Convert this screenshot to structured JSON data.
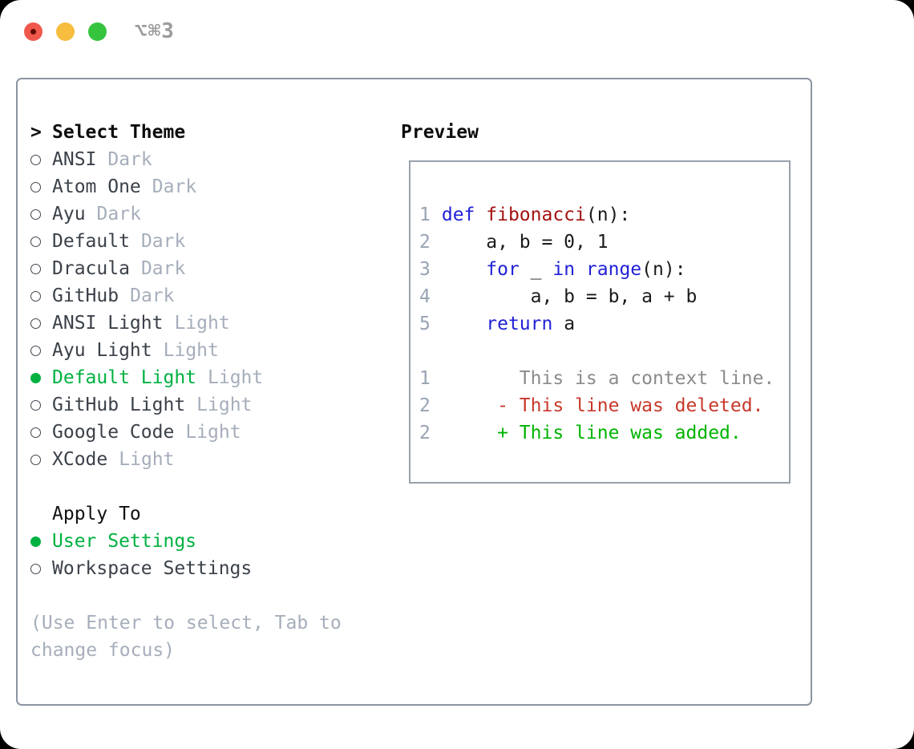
{
  "titlebar": {
    "shortcut": "⌥⌘3",
    "traffic_lights": [
      "close",
      "minimize",
      "zoom"
    ]
  },
  "colors": {
    "accent_green": "#00b141",
    "keyword_blue": "#2121d7",
    "function_red": "#a31212",
    "deleted_red": "#c8382b",
    "added_green": "#00b400",
    "muted_gray": "#a6aebb",
    "panel_border": "#8b95a2"
  },
  "theme_picker": {
    "header": {
      "marker": ">",
      "label": "Select Theme"
    },
    "items": [
      {
        "name": "ANSI",
        "variant": "Dark",
        "selected": false
      },
      {
        "name": "Atom One",
        "variant": "Dark",
        "selected": false
      },
      {
        "name": "Ayu",
        "variant": "Dark",
        "selected": false
      },
      {
        "name": "Default",
        "variant": "Dark",
        "selected": false
      },
      {
        "name": "Dracula",
        "variant": "Dark",
        "selected": false
      },
      {
        "name": "GitHub",
        "variant": "Dark",
        "selected": false
      },
      {
        "name": "ANSI Light",
        "variant": "Light",
        "selected": false
      },
      {
        "name": "Ayu Light",
        "variant": "Light",
        "selected": false
      },
      {
        "name": "Default Light",
        "variant": "Light",
        "selected": true
      },
      {
        "name": "GitHub Light",
        "variant": "Light",
        "selected": false
      },
      {
        "name": "Google Code",
        "variant": "Light",
        "selected": false
      },
      {
        "name": "XCode",
        "variant": "Light",
        "selected": false
      }
    ],
    "apply_to": {
      "label": "Apply To",
      "options": [
        {
          "name": "User Settings",
          "selected": true
        },
        {
          "name": "Workspace Settings",
          "selected": false
        }
      ]
    },
    "help": "(Use Enter to select, Tab to change focus)"
  },
  "preview": {
    "title": "Preview",
    "code_lines": [
      {
        "num": "1",
        "segments": [
          {
            "t": "def ",
            "c": "kw"
          },
          {
            "t": "fibonacci",
            "c": "fn"
          },
          {
            "t": "(n):",
            "c": "pl"
          }
        ]
      },
      {
        "num": "2",
        "segments": [
          {
            "t": "    a, b = 0, 1",
            "c": "pl"
          }
        ]
      },
      {
        "num": "3",
        "segments": [
          {
            "t": "    ",
            "c": "pl"
          },
          {
            "t": "for",
            "c": "kw"
          },
          {
            "t": " _ ",
            "c": "pl"
          },
          {
            "t": "in",
            "c": "kw"
          },
          {
            "t": " ",
            "c": "pl"
          },
          {
            "t": "range",
            "c": "kw"
          },
          {
            "t": "(n):",
            "c": "pl"
          }
        ]
      },
      {
        "num": "4",
        "segments": [
          {
            "t": "        a, b = b, a + b",
            "c": "pl"
          }
        ]
      },
      {
        "num": "5",
        "segments": [
          {
            "t": "    ",
            "c": "pl"
          },
          {
            "t": "return",
            "c": "kw"
          },
          {
            "t": " a",
            "c": "pl"
          }
        ]
      }
    ],
    "diff_lines": [
      {
        "num": "1",
        "text": "       This is a context line.",
        "kind": "context"
      },
      {
        "num": "2",
        "text": "     - This line was deleted.",
        "kind": "deleted"
      },
      {
        "num": "2",
        "text": "     + This line was added.",
        "kind": "added"
      }
    ]
  }
}
